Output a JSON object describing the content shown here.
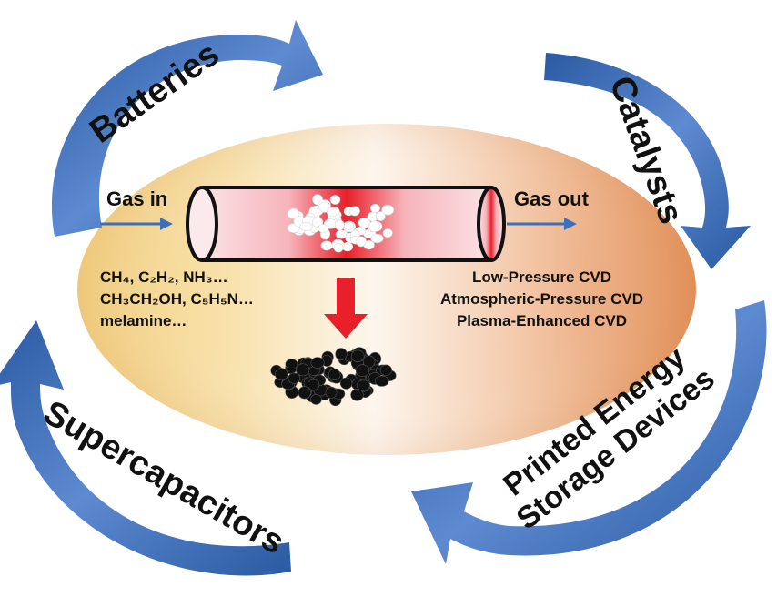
{
  "applications": {
    "top_left": "Batteries",
    "top_right": "Catalysts",
    "bottom_left": "Supercapacitors",
    "bottom_right_line1": "Printed Energy",
    "bottom_right_line2": "Storage Devices"
  },
  "process": {
    "gas_in": "Gas in",
    "gas_out": "Gas out"
  },
  "precursors": {
    "line1": "CH₄, C₂H₂, NH₃…",
    "line2": "CH₃CH₂OH, C₅H₅N…",
    "line3": "melamine…"
  },
  "methods": {
    "line1": "Low-Pressure CVD",
    "line2": "Atmospheric-Pressure CVD",
    "line3": "Plasma-Enhanced CVD"
  },
  "colors": {
    "arrow_blue": "#2f63ad",
    "ellipse_left": "#f3d283",
    "ellipse_right": "#e4945c",
    "hot_zone": "#e8202a"
  }
}
